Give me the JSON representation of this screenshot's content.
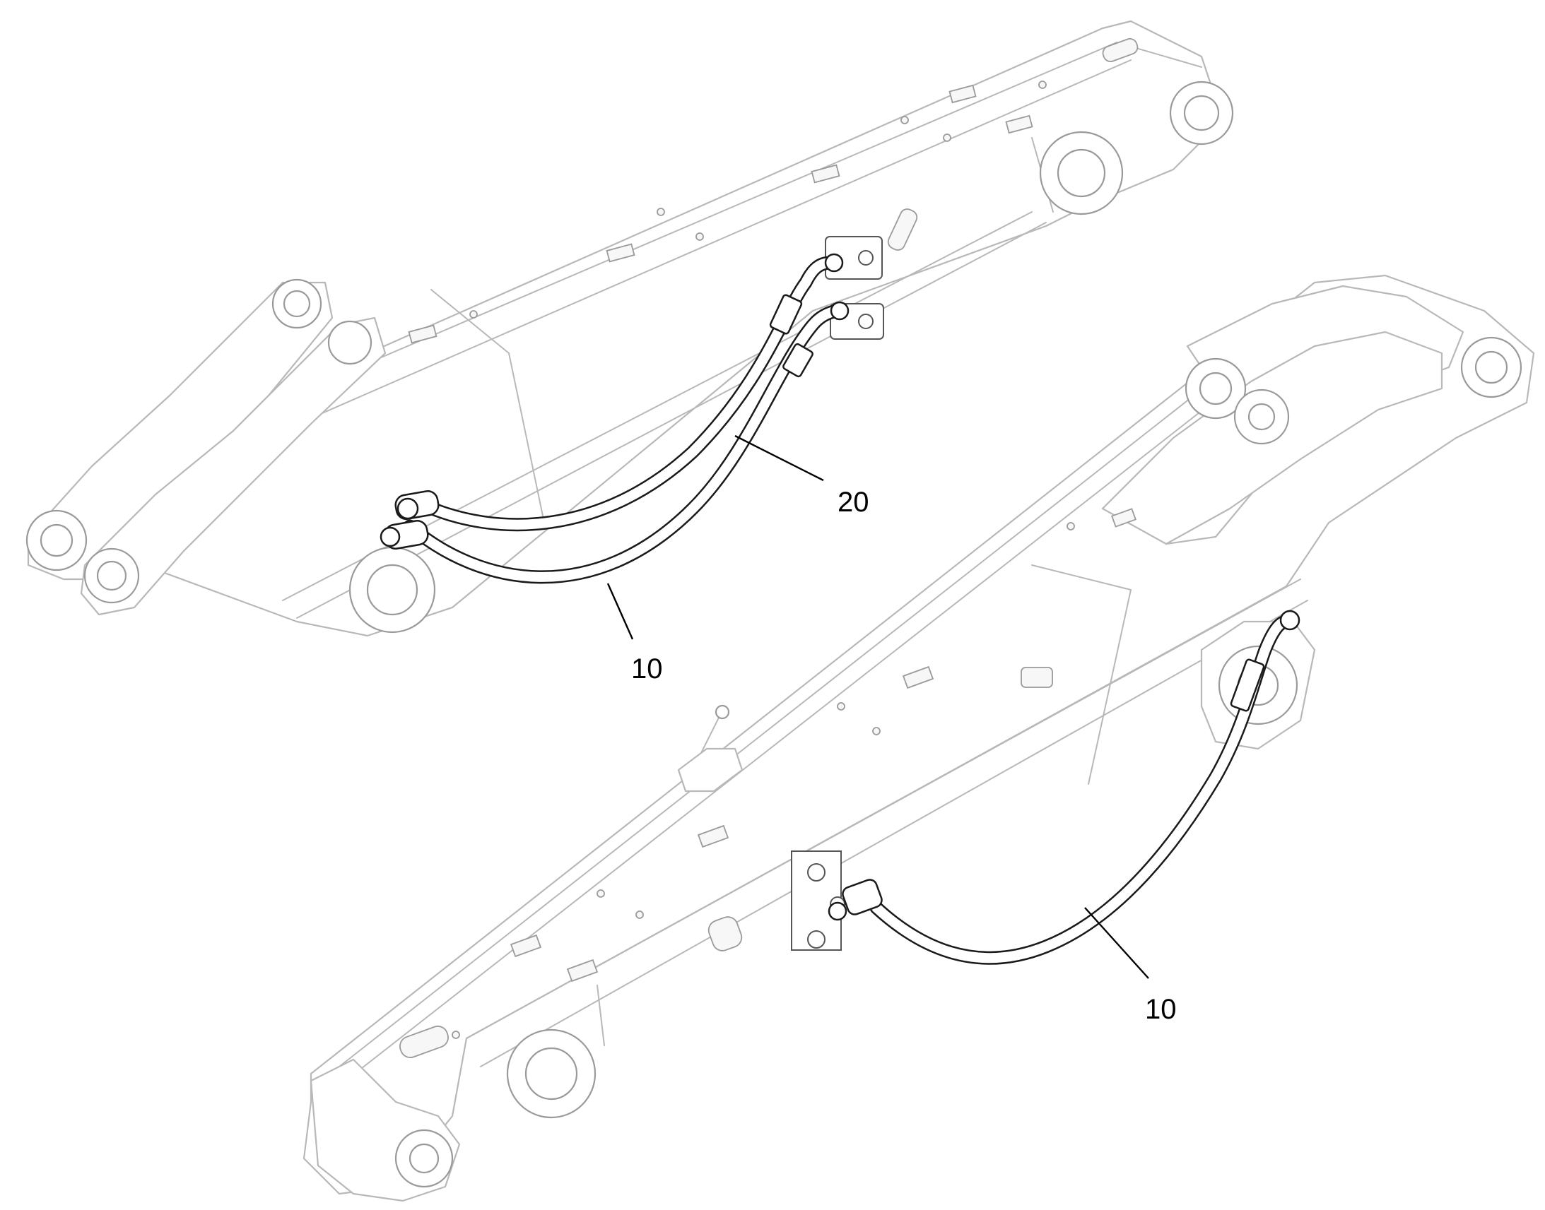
{
  "callouts": {
    "upper_hose_10": "10",
    "upper_hose_20": "20",
    "lower_hose_10": "10"
  },
  "colors": {
    "part_outline": "#b8b8b8",
    "hose": "#1a1a1a",
    "leader": "#000000",
    "background": "#ffffff"
  }
}
